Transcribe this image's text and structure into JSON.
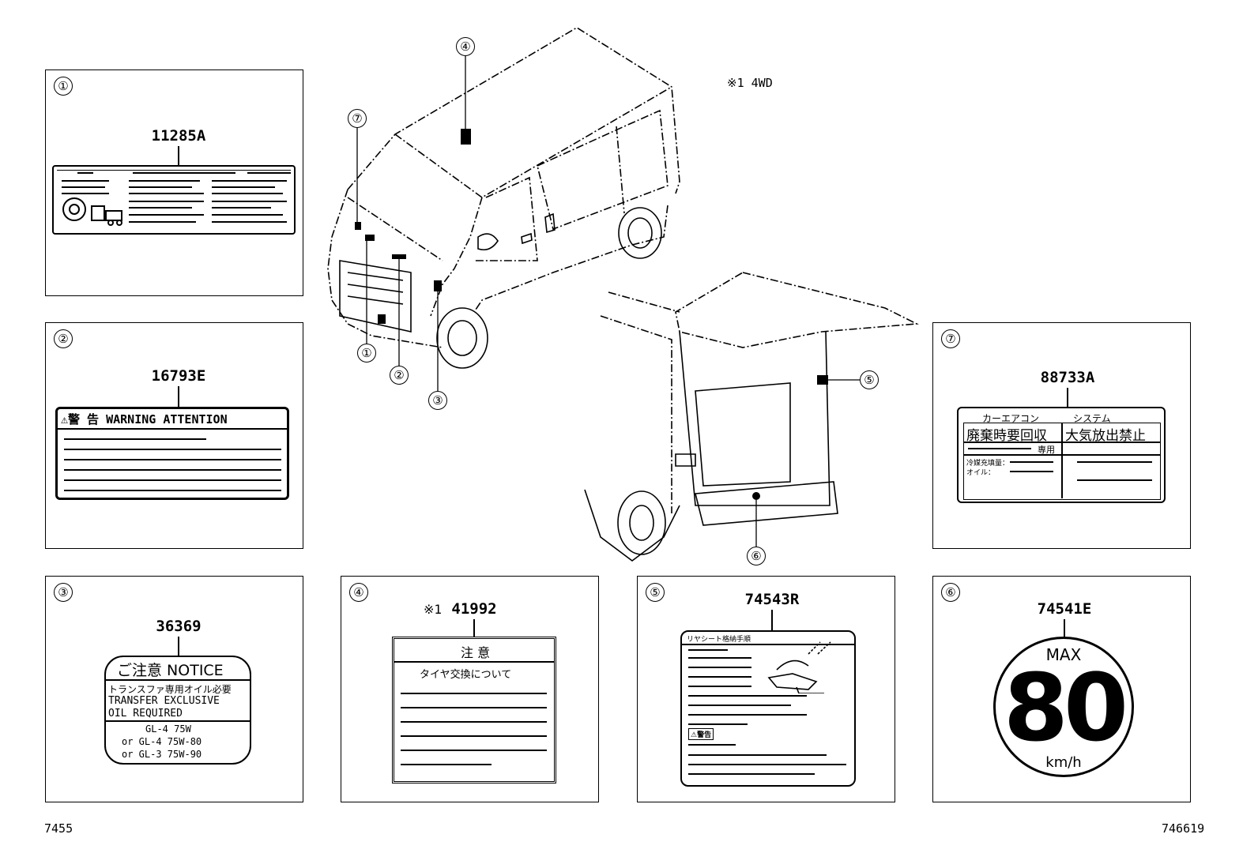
{
  "note": "※1 4WD",
  "corner_left": "7455",
  "corner_right": "746619",
  "callouts": [
    "①",
    "②",
    "③",
    "④",
    "⑤",
    "⑥",
    "⑦"
  ],
  "panels": {
    "p1": {
      "num": "①",
      "part": "11285A"
    },
    "p2": {
      "num": "②",
      "part": "16793E",
      "header": "⚠警 告  WARNING  ATTENTION"
    },
    "p7": {
      "num": "⑦",
      "part": "88733A",
      "tab1": "カーエアコン",
      "tab2": "システム",
      "cell1": "廃棄時要回収",
      "cell2": "大気放出禁止",
      "use": "専用",
      "refrig": "冷媒充填量：",
      "oil": "オイル："
    },
    "p3": {
      "num": "③",
      "part": "36369",
      "title": "ご注意 NOTICE",
      "line1": "トランスファ専用オイル必要",
      "line2": "TRANSFER EXCLUSIVE",
      "line3": "OIL REQUIRED",
      "spec1": "GL-4  75W",
      "spec2": "or GL-4  75W-80",
      "spec3": "or GL-3  75W-90"
    },
    "p4": {
      "num": "④",
      "prefix": "※1",
      "part": "41992",
      "title": "注 意",
      "subtitle": "タイヤ交換について"
    },
    "p5": {
      "num": "⑤",
      "part": "74543R",
      "header": "リヤシート格納手順",
      "warn": "⚠警告"
    },
    "p6": {
      "num": "⑥",
      "part": "74541E",
      "max": "MAX",
      "speed": "80",
      "unit": "km/h"
    }
  }
}
